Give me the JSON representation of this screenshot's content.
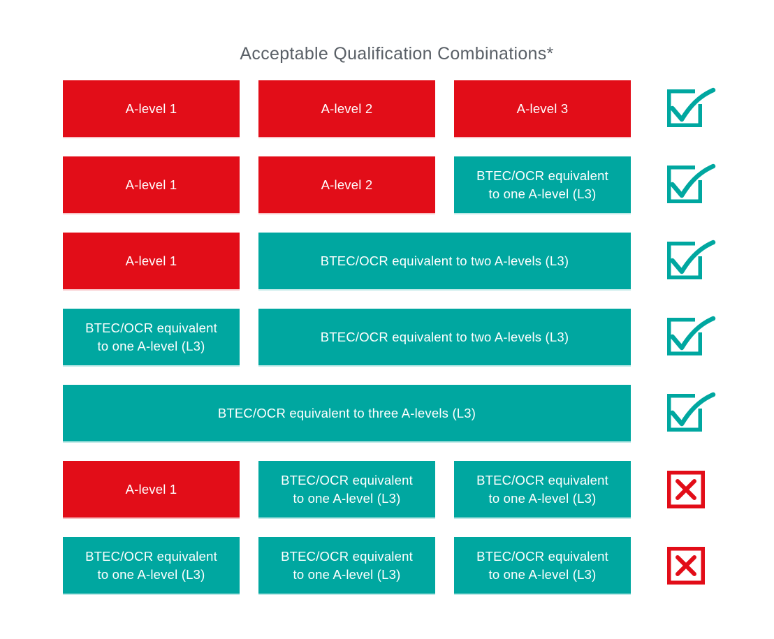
{
  "title": "Acceptable Qualification Combinations*",
  "colors": {
    "red": "#e20d18",
    "teal": "#00a7a0",
    "title_gray": "#595f66",
    "cell_text": "#ffffff"
  },
  "legend": {
    "check_icon_meaning": "acceptable combination",
    "cross_icon_meaning": "not acceptable combination"
  },
  "rows": [
    {
      "verdict": "check",
      "cells": [
        {
          "text": "A-level 1",
          "color": "red",
          "span": 1
        },
        {
          "text": "A-level 2",
          "color": "red",
          "span": 1
        },
        {
          "text": "A-level 3",
          "color": "red",
          "span": 1
        }
      ]
    },
    {
      "verdict": "check",
      "cells": [
        {
          "text": "A-level 1",
          "color": "red",
          "span": 1
        },
        {
          "text": "A-level 2",
          "color": "red",
          "span": 1
        },
        {
          "text": "BTEC/OCR equivalent\nto one A-level (L3)",
          "color": "teal",
          "span": 1
        }
      ]
    },
    {
      "verdict": "check",
      "cells": [
        {
          "text": "A-level 1",
          "color": "red",
          "span": 1
        },
        {
          "text": "BTEC/OCR equivalent to two A-levels (L3)",
          "color": "teal",
          "span": 2
        }
      ]
    },
    {
      "verdict": "check",
      "cells": [
        {
          "text": "BTEC/OCR equivalent\nto one A-level (L3)",
          "color": "teal",
          "span": 1
        },
        {
          "text": "BTEC/OCR equivalent to two A-levels (L3)",
          "color": "teal",
          "span": 2
        }
      ]
    },
    {
      "verdict": "check",
      "cells": [
        {
          "text": "BTEC/OCR equivalent to three A-levels (L3)",
          "color": "teal",
          "span": 3
        }
      ]
    },
    {
      "verdict": "cross",
      "cells": [
        {
          "text": "A-level 1",
          "color": "red",
          "span": 1
        },
        {
          "text": "BTEC/OCR equivalent\nto one A-level (L3)",
          "color": "teal",
          "span": 1
        },
        {
          "text": "BTEC/OCR equivalent\nto one A-level (L3)",
          "color": "teal",
          "span": 1
        }
      ]
    },
    {
      "verdict": "cross",
      "cells": [
        {
          "text": "BTEC/OCR equivalent\nto one A-level (L3)",
          "color": "teal",
          "span": 1
        },
        {
          "text": "BTEC/OCR equivalent\nto one A-level (L3)",
          "color": "teal",
          "span": 1
        },
        {
          "text": "BTEC/OCR equivalent\nto one A-level (L3)",
          "color": "teal",
          "span": 1
        }
      ]
    }
  ]
}
